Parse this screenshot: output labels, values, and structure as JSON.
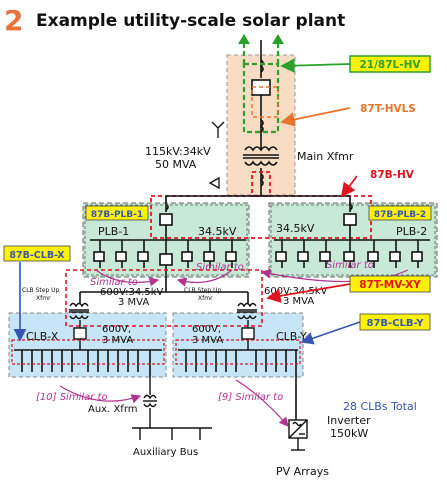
{
  "header": {
    "slide_number": "2",
    "title": "Example utility-scale solar plant"
  },
  "labels": {
    "tag_21_87l_hv": "21/87L-HV",
    "tag_87t_hvls": "87T-HVLS",
    "xfmr_rating_kv": "115kV:34kV",
    "xfmr_rating_mva": "50 MVA",
    "main_xfmr": "Main Xfmr",
    "tag_87b_hv": "87B-HV",
    "tag_87b_plb_1": "87B-PLB-1",
    "tag_87b_plb_2": "87B-PLB-2",
    "plb_1": "PLB-1",
    "plb_2": "PLB-2",
    "plb_1_kv": "34.5kV",
    "plb_2_kv": "34.5kV",
    "tag_87b_clb_x": "87B-CLB-X",
    "similar_to_1": "Similar to",
    "similar_to_2": "Similar to",
    "similar_to_3": "Similar to",
    "clb_step_up_x_1": "CLB Step Up",
    "clb_step_up_x_2": "Xfmr",
    "clb_step_up_y_1": "CLB Step Up",
    "clb_step_up_y_2": "Xfmr",
    "clb_x_xfmr_kv": "600V:34.5kV",
    "clb_x_xfmr_mva": "3 MVA",
    "clb_y_xfmr_kv": "600V:34.5kV",
    "clb_y_xfmr_mva": "3 MVA",
    "tag_87t_mv_xy": "87T-MV-XY",
    "tag_87b_clb_y": "87B-CLB-Y",
    "clb_x": "CLB-X",
    "clb_y": "CLB-Y",
    "clb_x_v": "600V,",
    "clb_x_mva": "3 MVA",
    "clb_y_v": "600V,",
    "clb_y_mva": "3 MVA",
    "clbs_total": "28 CLBs Total",
    "similar_to_10": "[10] Similar to",
    "similar_to_9": "[9] Similar to",
    "aux_xfrm": "Aux. Xfrm",
    "auxiliary_bus": "Auxiliary Bus",
    "inverter": "Inverter",
    "inverter_rating": "150kW",
    "pv_arrays": "PV Arrays"
  },
  "colors": {
    "title_number": "#e8743b",
    "green": "#2aa12a",
    "orange": "#e8742a",
    "red": "#e0141e",
    "blue": "#3655b5",
    "magenta": "#b0358f",
    "tag_fill": "#fff200",
    "hv_zone": "#f9dcc4",
    "plb_zone": "#c9e9d8",
    "clb_zone": "#c6e6f7"
  }
}
